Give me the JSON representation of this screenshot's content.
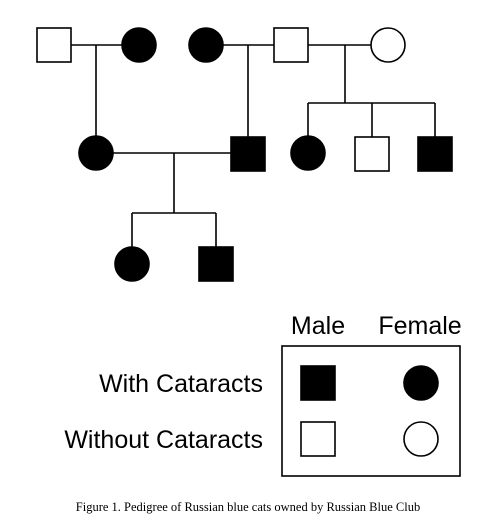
{
  "colors": {
    "affected": "#000000",
    "unaffected": "#ffffff",
    "line": "#000000"
  },
  "legend": {
    "col_male": "Male",
    "col_female": "Female",
    "row_affected": "With Cataracts",
    "row_unaffected": "Without Cataracts"
  },
  "caption": "Figure 1. Pedigree of Russian blue cats owned by Russian Blue Club",
  "pedigree": {
    "individuals": [
      {
        "id": "g1-male-a",
        "generation": 1,
        "sex": "male",
        "affected": false
      },
      {
        "id": "g1-female-a",
        "generation": 1,
        "sex": "female",
        "affected": true
      },
      {
        "id": "g1-female-b",
        "generation": 1,
        "sex": "female",
        "affected": true
      },
      {
        "id": "g1-male-b",
        "generation": 1,
        "sex": "male",
        "affected": false
      },
      {
        "id": "g1-female-c",
        "generation": 1,
        "sex": "female",
        "affected": false
      },
      {
        "id": "g2-female-a",
        "generation": 2,
        "sex": "female",
        "affected": true
      },
      {
        "id": "g2-male-a",
        "generation": 2,
        "sex": "male",
        "affected": true
      },
      {
        "id": "g2-female-b",
        "generation": 2,
        "sex": "female",
        "affected": true
      },
      {
        "id": "g2-male-b",
        "generation": 2,
        "sex": "male",
        "affected": false
      },
      {
        "id": "g2-male-c",
        "generation": 2,
        "sex": "male",
        "affected": true
      },
      {
        "id": "g3-female-a",
        "generation": 3,
        "sex": "female",
        "affected": true
      },
      {
        "id": "g3-male-a",
        "generation": 3,
        "sex": "male",
        "affected": true
      }
    ]
  }
}
